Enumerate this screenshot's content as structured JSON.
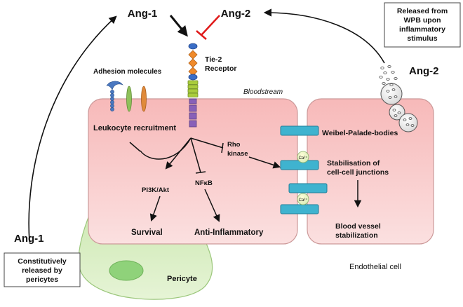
{
  "labels": {
    "ang1_top": "Ang-1",
    "ang2_top": "Ang-2",
    "wpb_box_line1": "Released from",
    "wpb_box_line2": "WPB upon",
    "wpb_box_line3": "inflammatory",
    "wpb_box_line4": "stimulus",
    "tie2_line1": "Tie-2",
    "tie2_line2": "Receptor",
    "adhesion": "Adhesion molecules",
    "bloodstream": "Bloodstream",
    "ang2_right": "Ang-2",
    "leukocyte": "Leukocyte recruitment",
    "rho_line1": "Rho",
    "rho_line2": "kinase",
    "weibel": "Weibel-Palade-bodies",
    "ca1": "Ca²⁺",
    "ca2": "Ca²⁺",
    "stabilisation_line1": "Stabilisation of",
    "stabilisation_line2": "cell-cell junctions",
    "pi3k": "PI3K/Akt",
    "nfkb": "NFκB",
    "survival": "Survival",
    "anti_inflammatory": "Anti-Inflammatory",
    "blood_vessel_line1": "Blood vessel",
    "blood_vessel_line2": "stabilization",
    "ang1_left": "Ang-1",
    "const_line1": "Constitutively",
    "const_line2": "released by",
    "const_line3": "pericytes",
    "pericyte": "Pericyte",
    "endothelial": "Endothelial cell"
  }
}
